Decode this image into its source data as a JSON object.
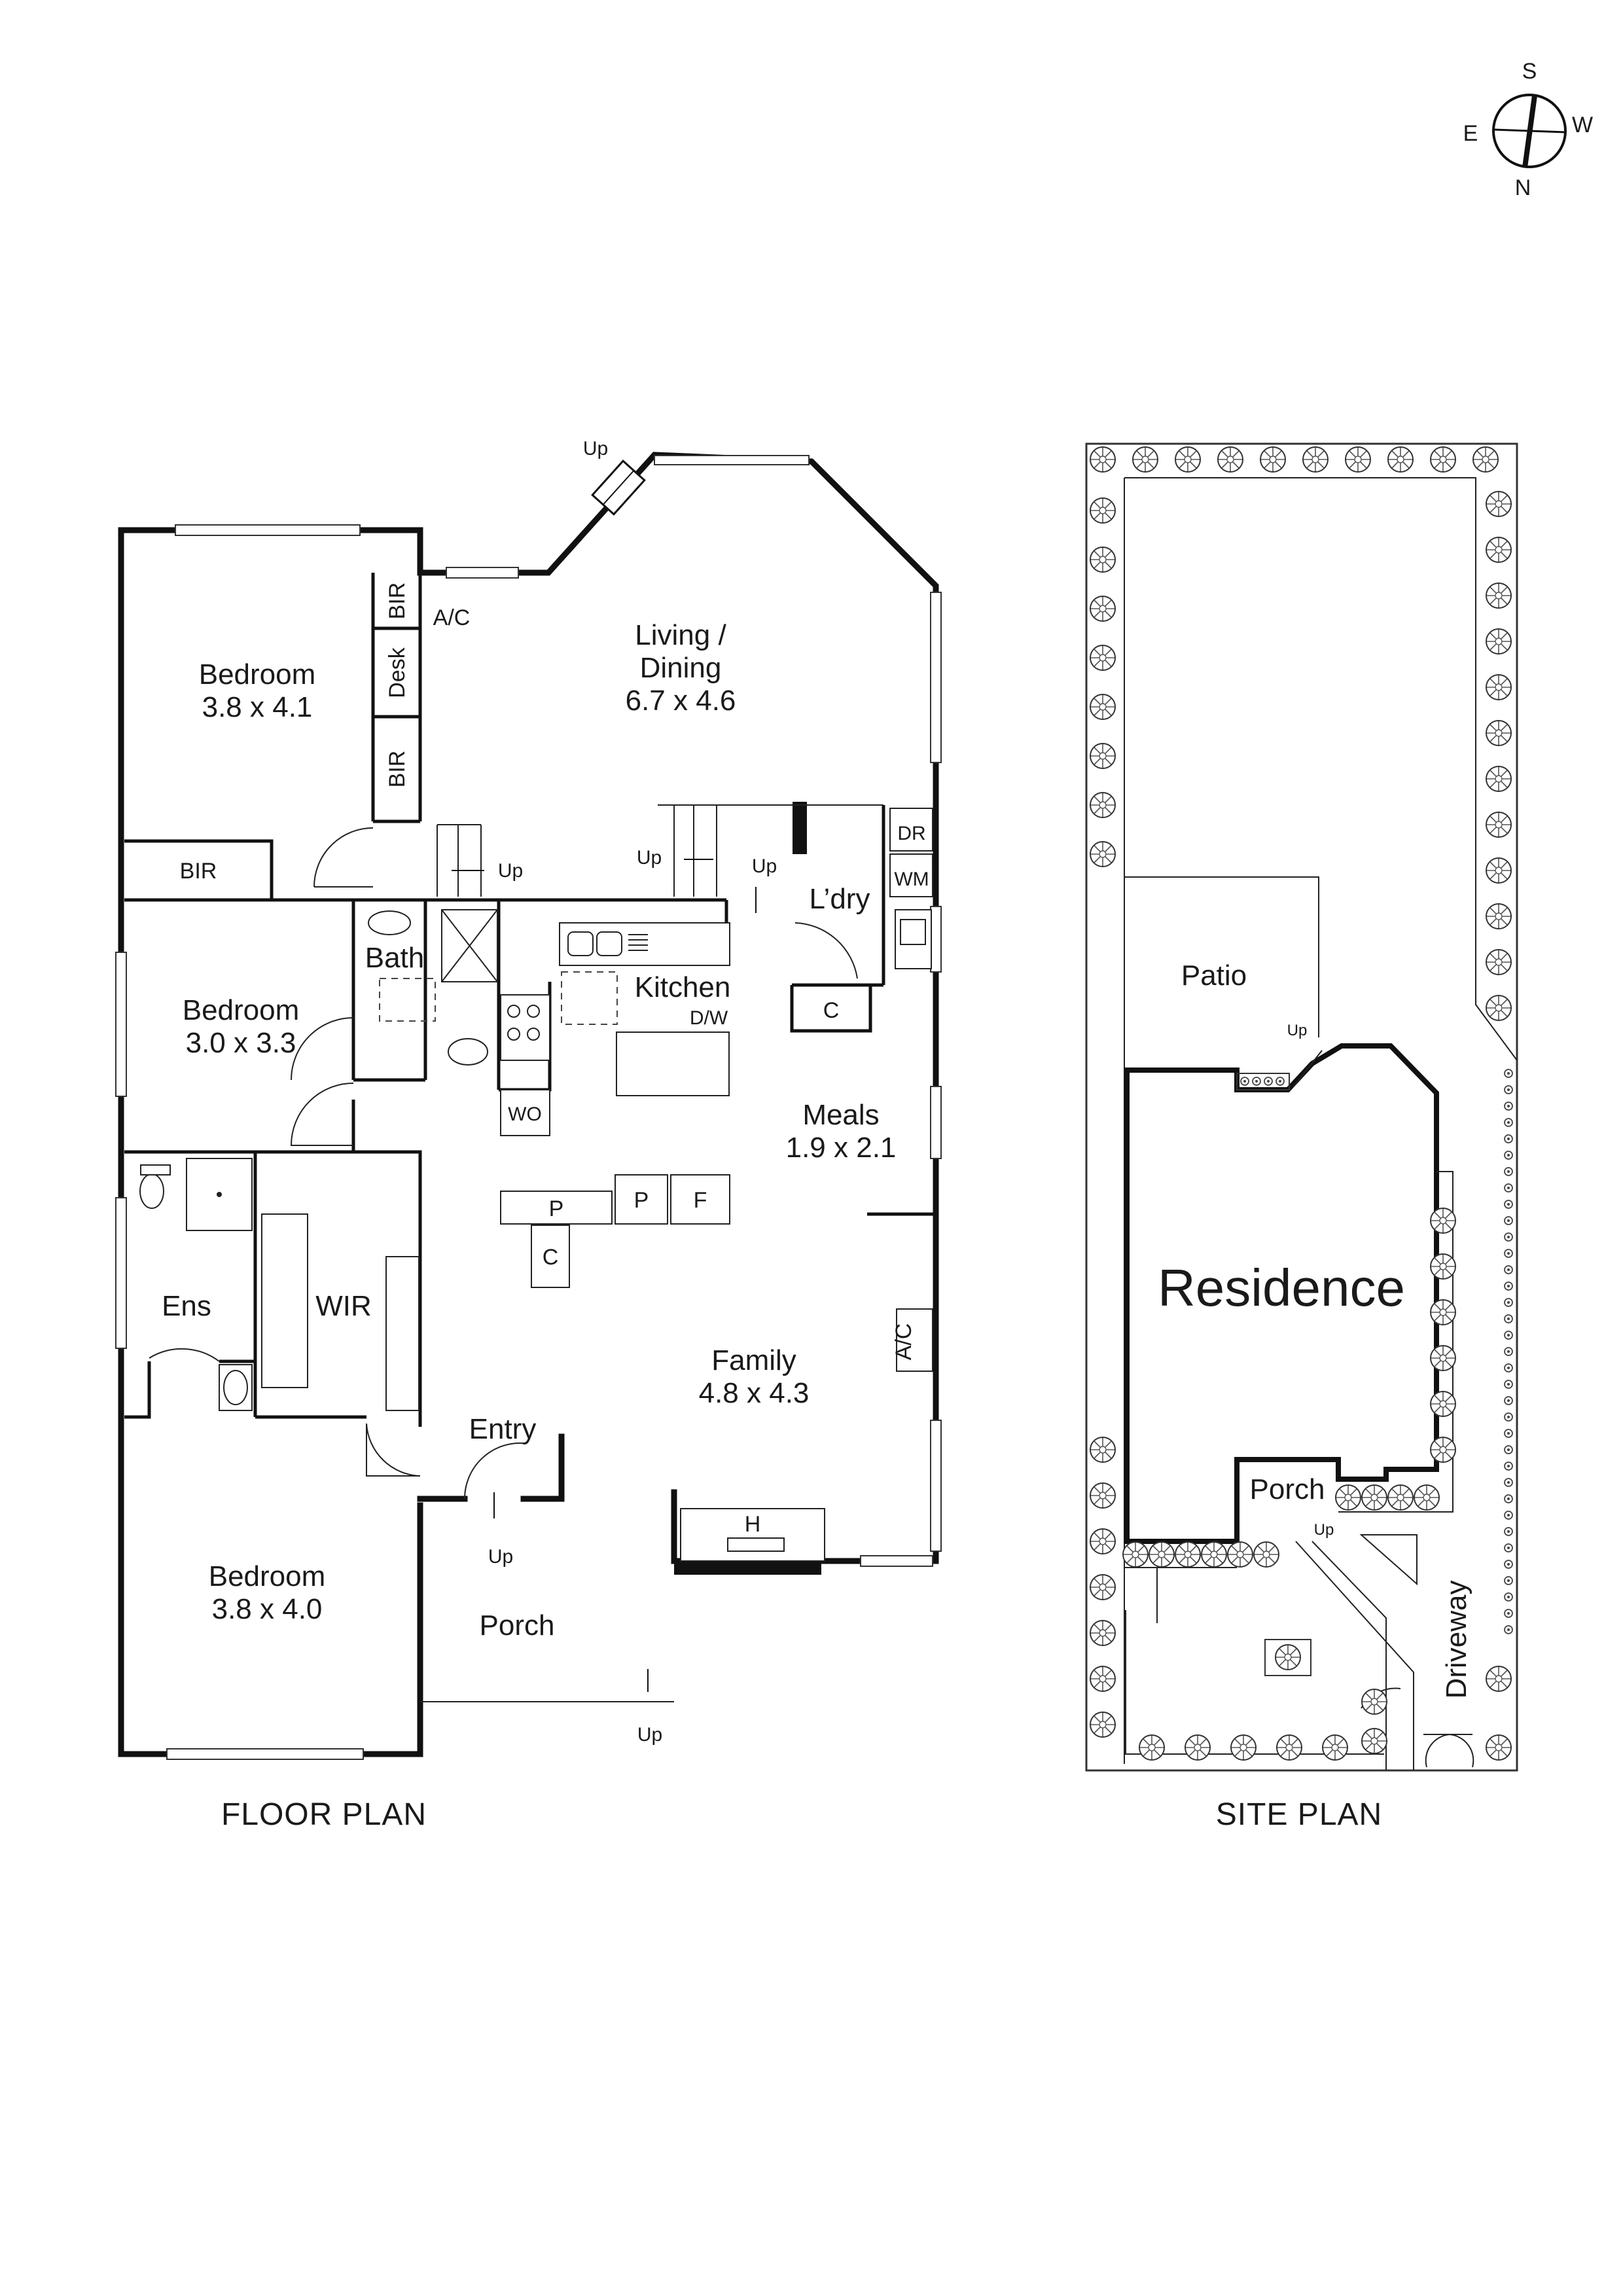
{
  "compass": {
    "s": "S",
    "e": "E",
    "w": "W",
    "n": "N"
  },
  "floor_plan": {
    "caption": "FLOOR PLAN",
    "rooms": {
      "bedroom_1": {
        "name": "Bedroom",
        "dims": "3.8 x 4.1"
      },
      "bedroom_2": {
        "name": "Bedroom",
        "dims": "3.0 x 3.3"
      },
      "bedroom_3": {
        "name": "Bedroom",
        "dims": "3.8 x 4.0"
      },
      "living_dining": {
        "name_line1": "Living /",
        "name_line2": "Dining",
        "dims": "6.7 x 4.6"
      },
      "meals": {
        "name": "Meals",
        "dims": "1.9 x 2.1"
      },
      "family": {
        "name": "Family",
        "dims": "4.8 x 4.3"
      },
      "kitchen": {
        "name": "Kitchen"
      },
      "laundry": {
        "name": "L’dry"
      },
      "bath": {
        "name": "Bath"
      },
      "ensuite": {
        "name": "Ens"
      },
      "wir": {
        "name": "WIR"
      },
      "entry": {
        "name": "Entry"
      },
      "porch": {
        "name": "Porch"
      }
    },
    "fixtures": {
      "bir_top": "BIR",
      "desk": "Desk",
      "bir_mid": "BIR",
      "bir_wide": "BIR",
      "ac_top": "A/C",
      "ac_family": "A/C",
      "dw": "D/W",
      "wo": "WO",
      "dr": "DR",
      "wm": "WM",
      "c_laundry": "C",
      "c_pantry": "C",
      "p1": "P",
      "p2": "P",
      "f": "F",
      "h": "H"
    },
    "stairs": {
      "up_living_deck": "Up",
      "up_bath": "Up",
      "up_living": "Up",
      "up_meals": "Up",
      "up_entry": "Up",
      "up_porch": "Up"
    }
  },
  "site_plan": {
    "caption": "SITE PLAN",
    "residence": "Residence",
    "patio": "Patio",
    "porch": "Porch",
    "driveway": "Driveway",
    "up_patio": "Up",
    "up_porch": "Up"
  }
}
